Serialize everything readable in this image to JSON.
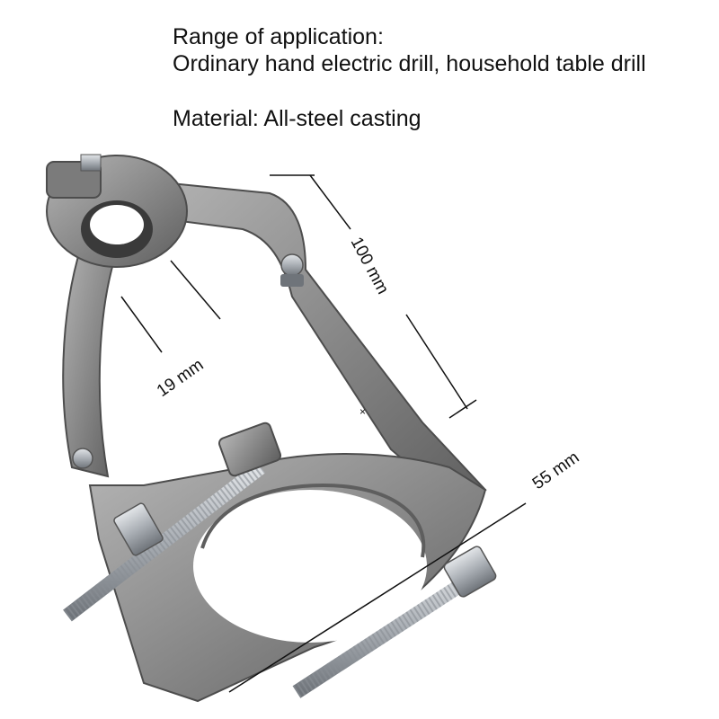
{
  "spec": {
    "range_heading": "Range of application:",
    "range_value": "Ordinary hand electric drill, household table drill",
    "material": "Material: All-steel casting"
  },
  "dimensions": {
    "height_label": "100 mm",
    "clamp_diameter_label": "19 mm",
    "ring_diameter_label": "55 mm"
  },
  "colors": {
    "steel": "#8a8a8a",
    "steel_dark": "#4d4d4d",
    "steel_light": "#c2c2c2",
    "bolt": "#b9bdc2",
    "line": "#111111"
  }
}
